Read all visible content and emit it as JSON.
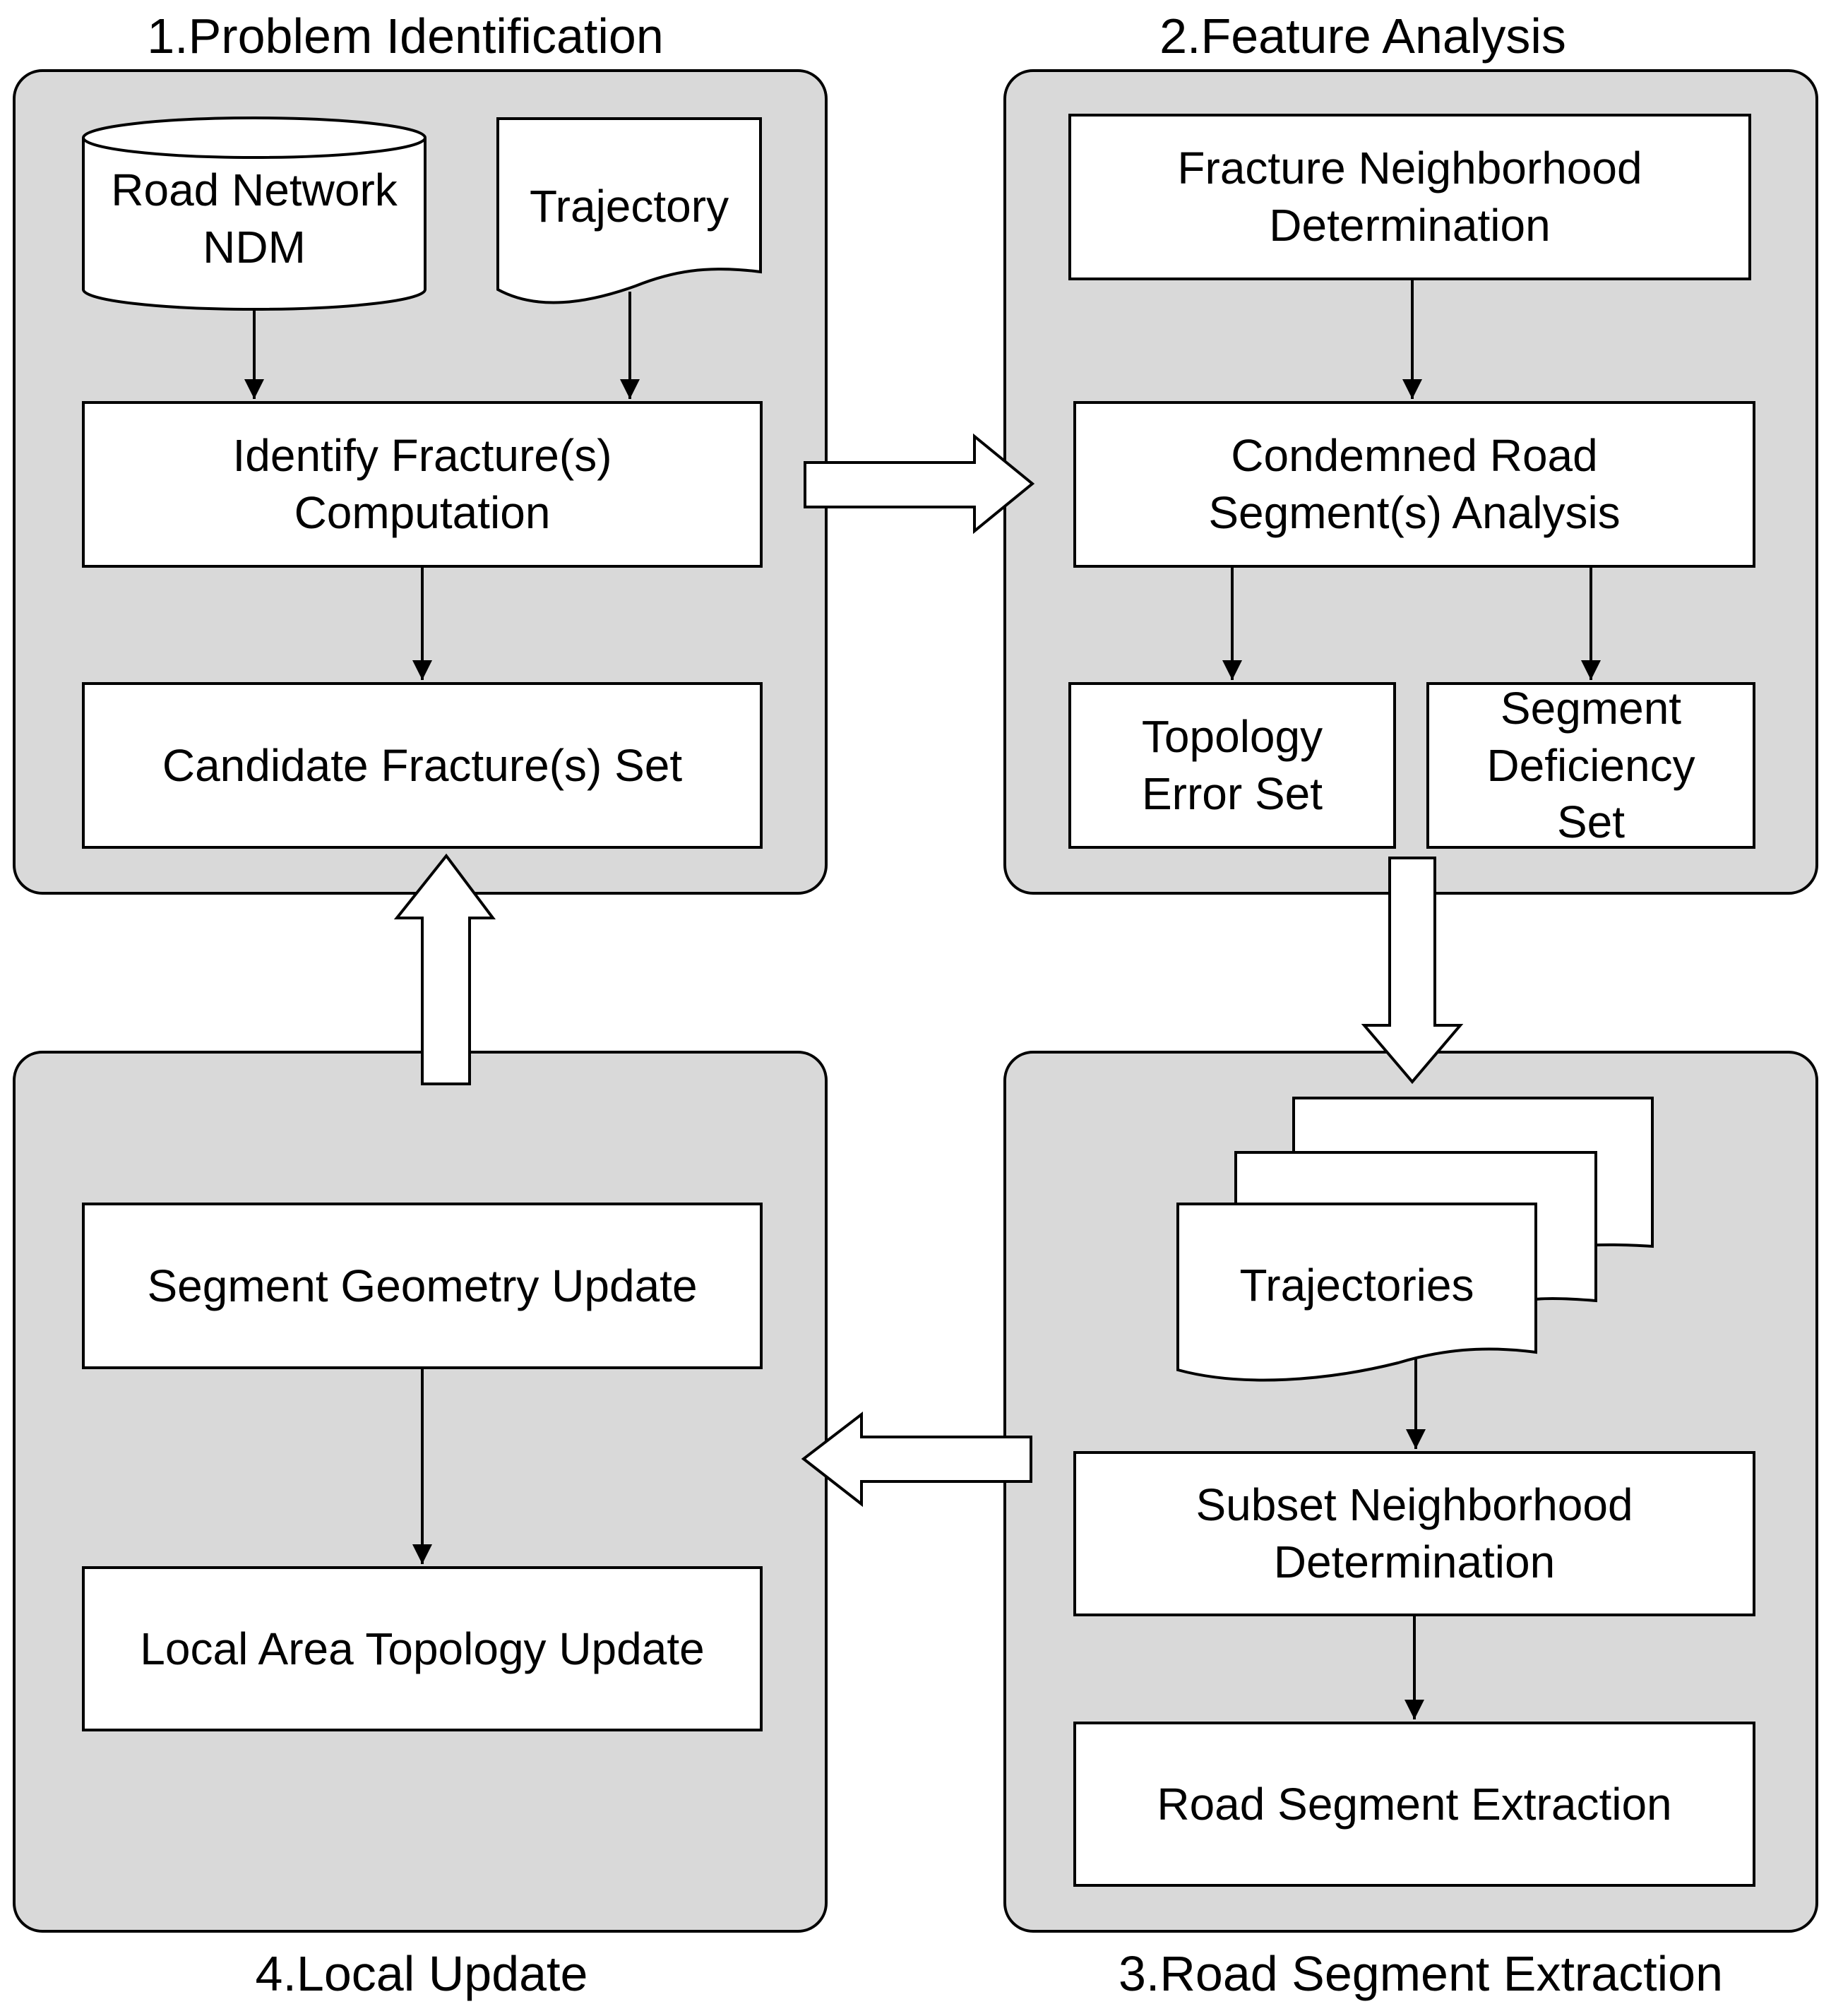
{
  "panels": {
    "problem_identification": {
      "title": "1.Problem Identification",
      "road_network": [
        "Road Network",
        "NDM"
      ],
      "trajectory": "Trajectory",
      "identify": [
        "Identify Fracture(s)",
        "Computation"
      ],
      "candidate": "Candidate Fracture(s) Set"
    },
    "feature_analysis": {
      "title": "2.Feature Analysis",
      "neighborhood": [
        "Fracture Neighborhood",
        "Determination"
      ],
      "condemned": [
        "Condemned Road",
        "Segment(s) Analysis"
      ],
      "topology_error": [
        "Topology",
        "Error Set"
      ],
      "segment_deficiency": [
        "Segment",
        "Deficiency",
        "Set"
      ]
    },
    "road_segment_extraction": {
      "title": "3.Road Segment Extraction",
      "trajectories": "Trajectories",
      "subset": [
        "Subset Neighborhood",
        "Determination"
      ],
      "extraction": "Road Segment Extraction"
    },
    "local_update": {
      "title": "4.Local Update",
      "geometry": "Segment Geometry Update",
      "topology": "Local Area Topology Update"
    }
  },
  "colors": {
    "panel_fill": "#d9d9d9",
    "box_fill": "#ffffff",
    "stroke": "#000000"
  }
}
